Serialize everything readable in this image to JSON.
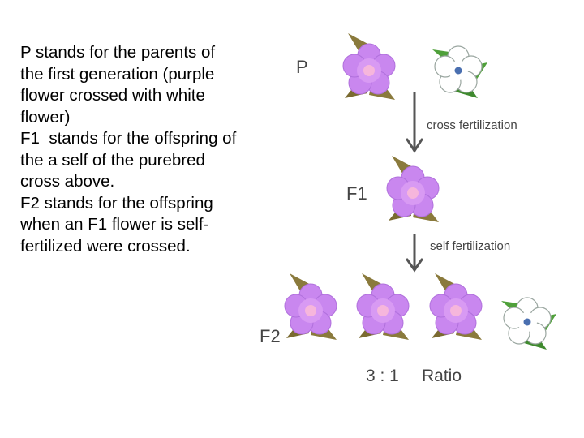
{
  "text": {
    "p_paragraph": "P stands for the parents of the first generation (purple flower crossed with white flower)",
    "f1_paragraph": "F1  stands for the offspring of the a self of the purebred cross above.",
    "f2_paragraph": "F2 stands for the offspring when an F1 flower is self-fertilized were crossed."
  },
  "diagram": {
    "label_p": "P",
    "label_f1": "F1",
    "label_f2": "F2",
    "arrow1_label": "cross fertilization",
    "arrow2_label": "self fertilization",
    "ratio": "3 : 1",
    "ratio_word": "Ratio"
  },
  "colors": {
    "purple_petal": "#c987ef",
    "purple_center": "#f6b6dc",
    "white_petal": "#ffffff",
    "white_center": "#4a6fb0",
    "leaf_brown": "#8a7a3c",
    "leaf_green": "#4fa03a"
  }
}
